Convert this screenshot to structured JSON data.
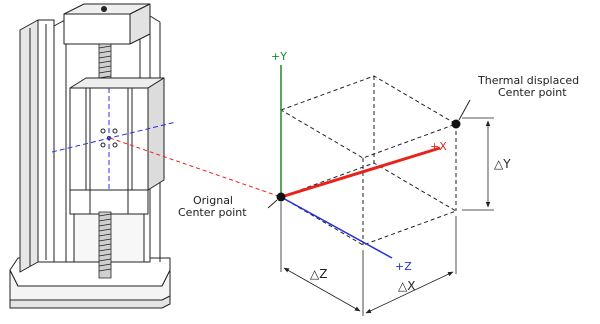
{
  "axes": {
    "y_label": "+Y",
    "x_label": "+X",
    "z_label": "+Z",
    "colors": {
      "x": "#e8231c",
      "y": "#1a8a2a",
      "z": "#2430e0",
      "projection": "#e8231c"
    }
  },
  "annotations": {
    "original_line1": "Orignal",
    "original_line2": "Center point",
    "thermal_line1": "Thermal displaced",
    "thermal_line2": "Center point"
  },
  "dimensions": {
    "delta_y": "△Y",
    "delta_z": "△Z",
    "delta_x": "△X"
  }
}
